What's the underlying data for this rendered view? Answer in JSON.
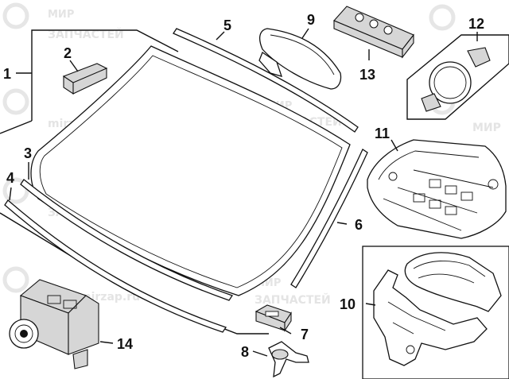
{
  "watermark": {
    "brand_line1": "МИР",
    "brand_line2": "ЗАПЧАСТЕЙ",
    "domain": "mirzap.ru",
    "fragment_left": "mirzap.ru"
  },
  "callouts": [
    {
      "id": "c1",
      "label": "1"
    },
    {
      "id": "c2",
      "label": "2"
    },
    {
      "id": "c3",
      "label": "3"
    },
    {
      "id": "c4",
      "label": "4"
    },
    {
      "id": "c5",
      "label": "5"
    },
    {
      "id": "c6",
      "label": "6"
    },
    {
      "id": "c7",
      "label": "7"
    },
    {
      "id": "c8",
      "label": "8"
    },
    {
      "id": "c9",
      "label": "9"
    },
    {
      "id": "c10",
      "label": "10"
    },
    {
      "id": "c11",
      "label": "11"
    },
    {
      "id": "c12",
      "label": "12"
    },
    {
      "id": "c13",
      "label": "13"
    },
    {
      "id": "c14",
      "label": "14"
    }
  ]
}
